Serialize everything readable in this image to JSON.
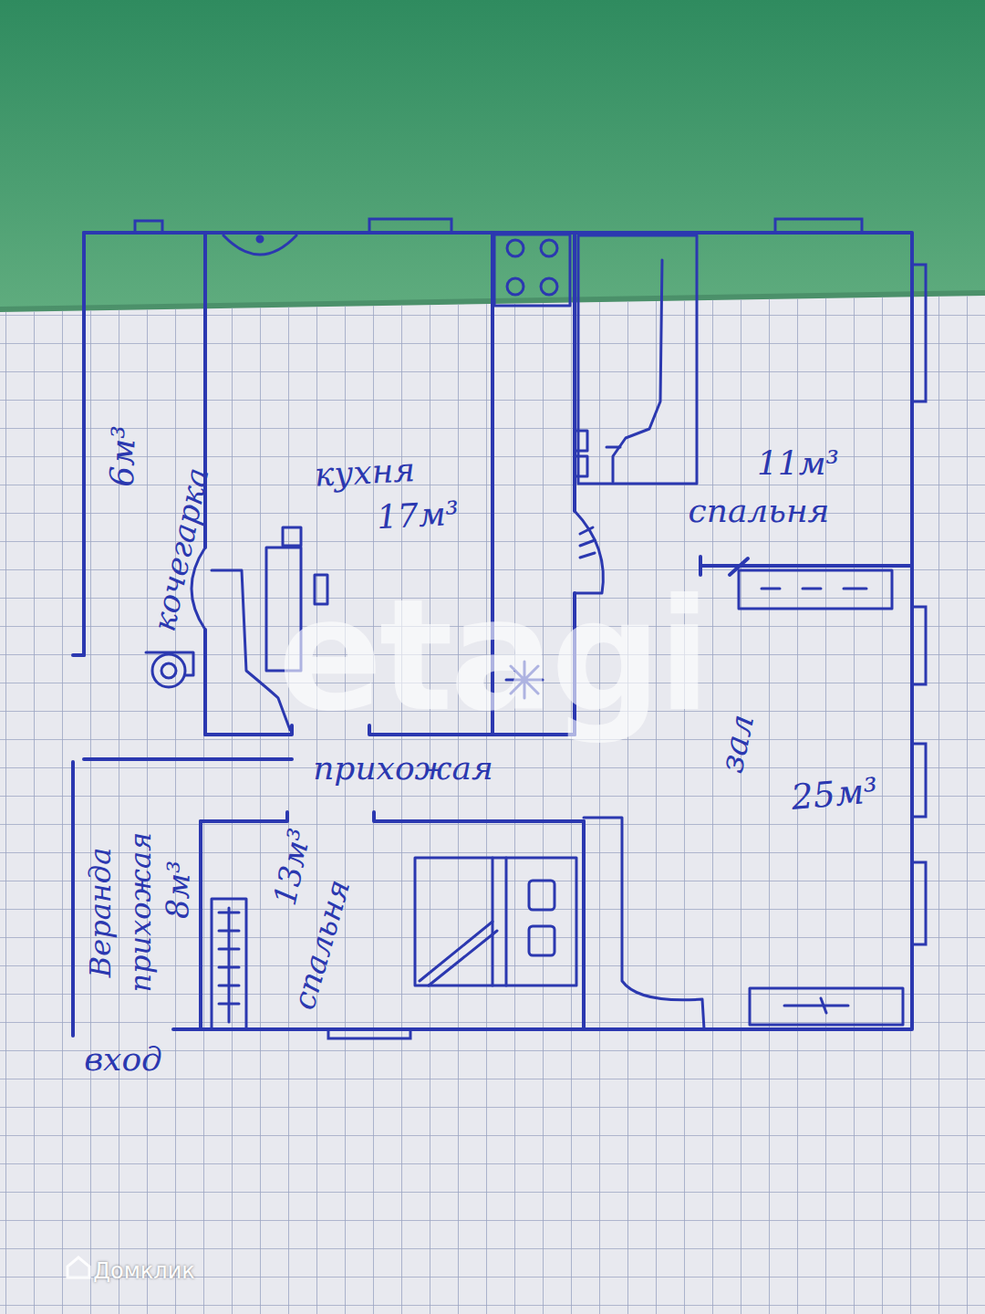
{
  "diagram": {
    "nodes": [
      {
        "text": [
          "6м³",
          "кочегарка"
        ]
      },
      {
        "text": [
          "кухня",
          "17м³"
        ]
      },
      {
        "text": [
          "11м³",
          "спальня"
        ]
      },
      {
        "text": [
          "прихожая"
        ]
      },
      {
        "text": [
          "зал",
          "25м³"
        ]
      },
      {
        "text": [
          "Веранда прихожая",
          "8м³"
        ]
      },
      {
        "text": [
          "13м³",
          "спальня"
        ]
      }
    ],
    "labels": [
      "вход",
      "etagi",
      "Домклик"
    ]
  }
}
